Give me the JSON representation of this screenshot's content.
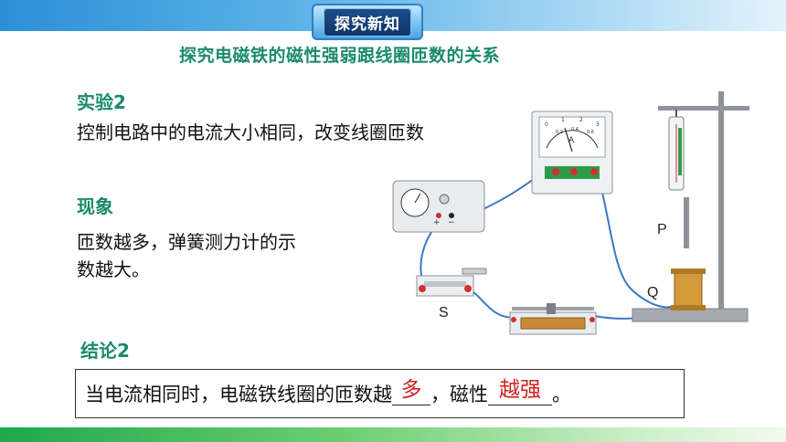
{
  "header": {
    "badge": "探究新知",
    "title": "探究电磁铁的磁性强弱跟线圈匝数的关系"
  },
  "experiment": {
    "heading": "实验2",
    "text": "控制电路中的电流大小相同，改变线圈匝数"
  },
  "phenomenon": {
    "heading": "现象",
    "line1": "匝数越多，弹簧测力计的示",
    "line2": "数越大。"
  },
  "conclusion": {
    "heading": "结论2",
    "part1": "当电流相同时，电磁铁线圈的匝数越",
    "answer1": "多",
    "part2": "，磁性",
    "answer2": "越强",
    "part3": "。"
  },
  "diagram": {
    "labels": {
      "p": "P",
      "q": "Q",
      "s": "S",
      "ammeter_letter": "A"
    },
    "ammeter_ticks": [
      "0",
      "1",
      "2",
      "3",
      "0.2",
      "0.4",
      "0.6"
    ],
    "power_terminals": [
      "+",
      "−"
    ]
  },
  "colors": {
    "heading": "#1b8a6a",
    "answer": "#d22020",
    "wire": "#3b78c4"
  }
}
